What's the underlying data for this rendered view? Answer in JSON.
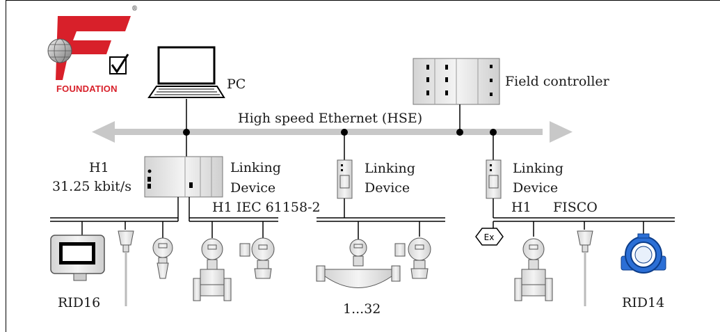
{
  "logo": {
    "text": "FOUNDATION",
    "registered": "®"
  },
  "labels": {
    "pc": "PC",
    "field_controller": "Field controller",
    "hse": "High speed Ethernet (HSE)",
    "h1": "H1",
    "h1_speed": "31.25 kbit/s",
    "linking_device_1_line1": "Linking",
    "linking_device_1_line2": "Device",
    "linking_device_2_line1": "Linking",
    "linking_device_2_line2": "Device",
    "linking_device_3_line1": "Linking",
    "linking_device_3_line2": "Device",
    "h1_iec": "H1 IEC 61158-2",
    "h1_fisco_h1": "H1",
    "h1_fisco_fisco": "FISCO",
    "rid16": "RID16",
    "count": "1...32",
    "rid14": "RID14",
    "ex_symbol": "Ex"
  },
  "colors": {
    "logo_red": "#d8202a",
    "hse_arrow": "#c8c8c8",
    "device_fill": "#e6e6e6",
    "line": "#000000",
    "rid14_blue": "#2b6fd6"
  }
}
